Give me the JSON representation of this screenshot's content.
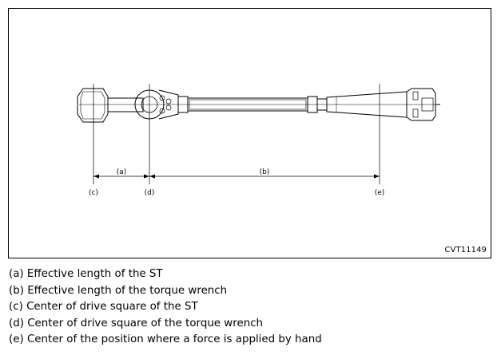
{
  "figure": {
    "code": "CVT11149",
    "labels": {
      "a": "(a)",
      "b": "(b)",
      "c": "(c)",
      "d": "(d)",
      "e": "(e)"
    }
  },
  "legend": [
    "(a) Effective length of the ST",
    "(b) Effective length of the torque wrench",
    "(c) Center of drive square of the ST",
    "(d) Center of drive square of the torque wrench",
    "(e) Center of the position where a force is applied by hand"
  ]
}
